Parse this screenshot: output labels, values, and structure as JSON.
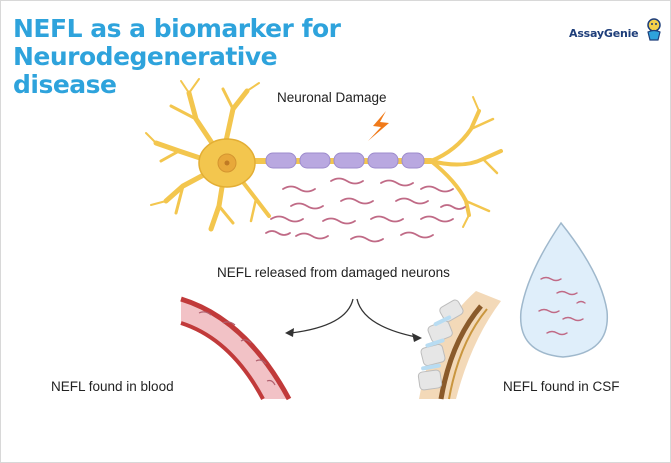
{
  "header": {
    "title_line1": "NEFL as a biomarker for Neurodegenerative",
    "title_line2": "disease",
    "title_color": "#2ea3dc"
  },
  "logo": {
    "text": "AssayGenie",
    "icon": "genie-lamp-icon"
  },
  "diagram": {
    "neuron_label": "Neuronal Damage",
    "released_label": "NEFL released from damaged neurons",
    "blood_label": "NEFL found in blood",
    "csf_label": "NEFL found in CSF",
    "colors": {
      "neuron": "#f3c64e",
      "myelin": "#b9a8e0",
      "nefl_fragments": "#c06a86",
      "vessel": "#c13a3a",
      "csf_drop": "#dfeefa",
      "lightning": "#f07a1a"
    }
  }
}
